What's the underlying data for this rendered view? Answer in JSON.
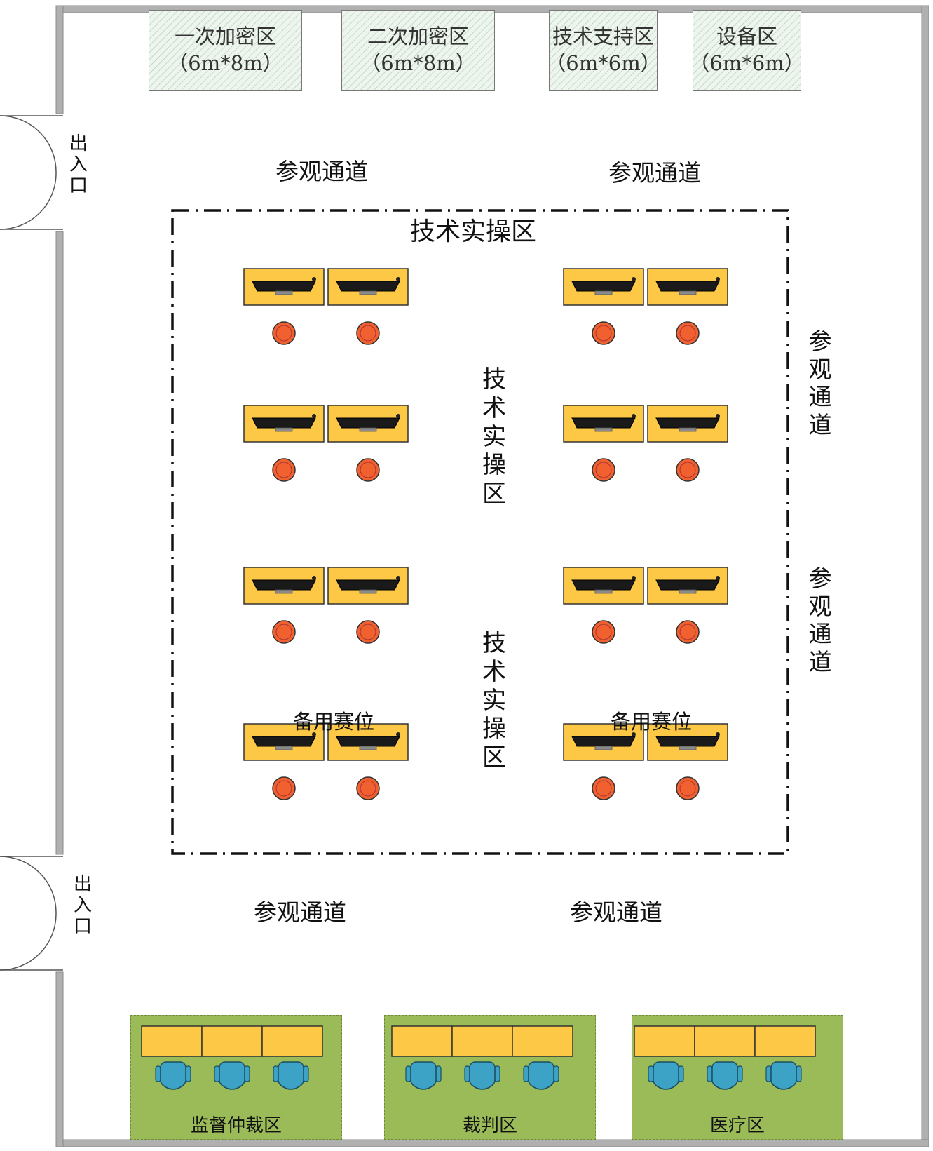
{
  "title": "技术实操区",
  "rooms": [
    {
      "name": "一次加密区",
      "size": "（6m*8m）"
    },
    {
      "name": "二次加密区",
      "size": "（6m*8m）"
    },
    {
      "name": "技术支持区",
      "size": "（6m*6m）"
    },
    {
      "name": "设备区",
      "size": "（6m*6m）"
    }
  ],
  "aisle_label": "参观通道",
  "entrance_label": "出入口",
  "center_vertical_label": "技术实操区",
  "spare_label": "备用赛位",
  "bottom_zones": [
    {
      "name": "监督仲裁区"
    },
    {
      "name": "裁判区"
    },
    {
      "name": "医疗区"
    }
  ],
  "colors": {
    "desk": "#fcc845",
    "seat": "#f1602f",
    "zone": "#9bbb59",
    "chair": "#3ca3c6"
  }
}
